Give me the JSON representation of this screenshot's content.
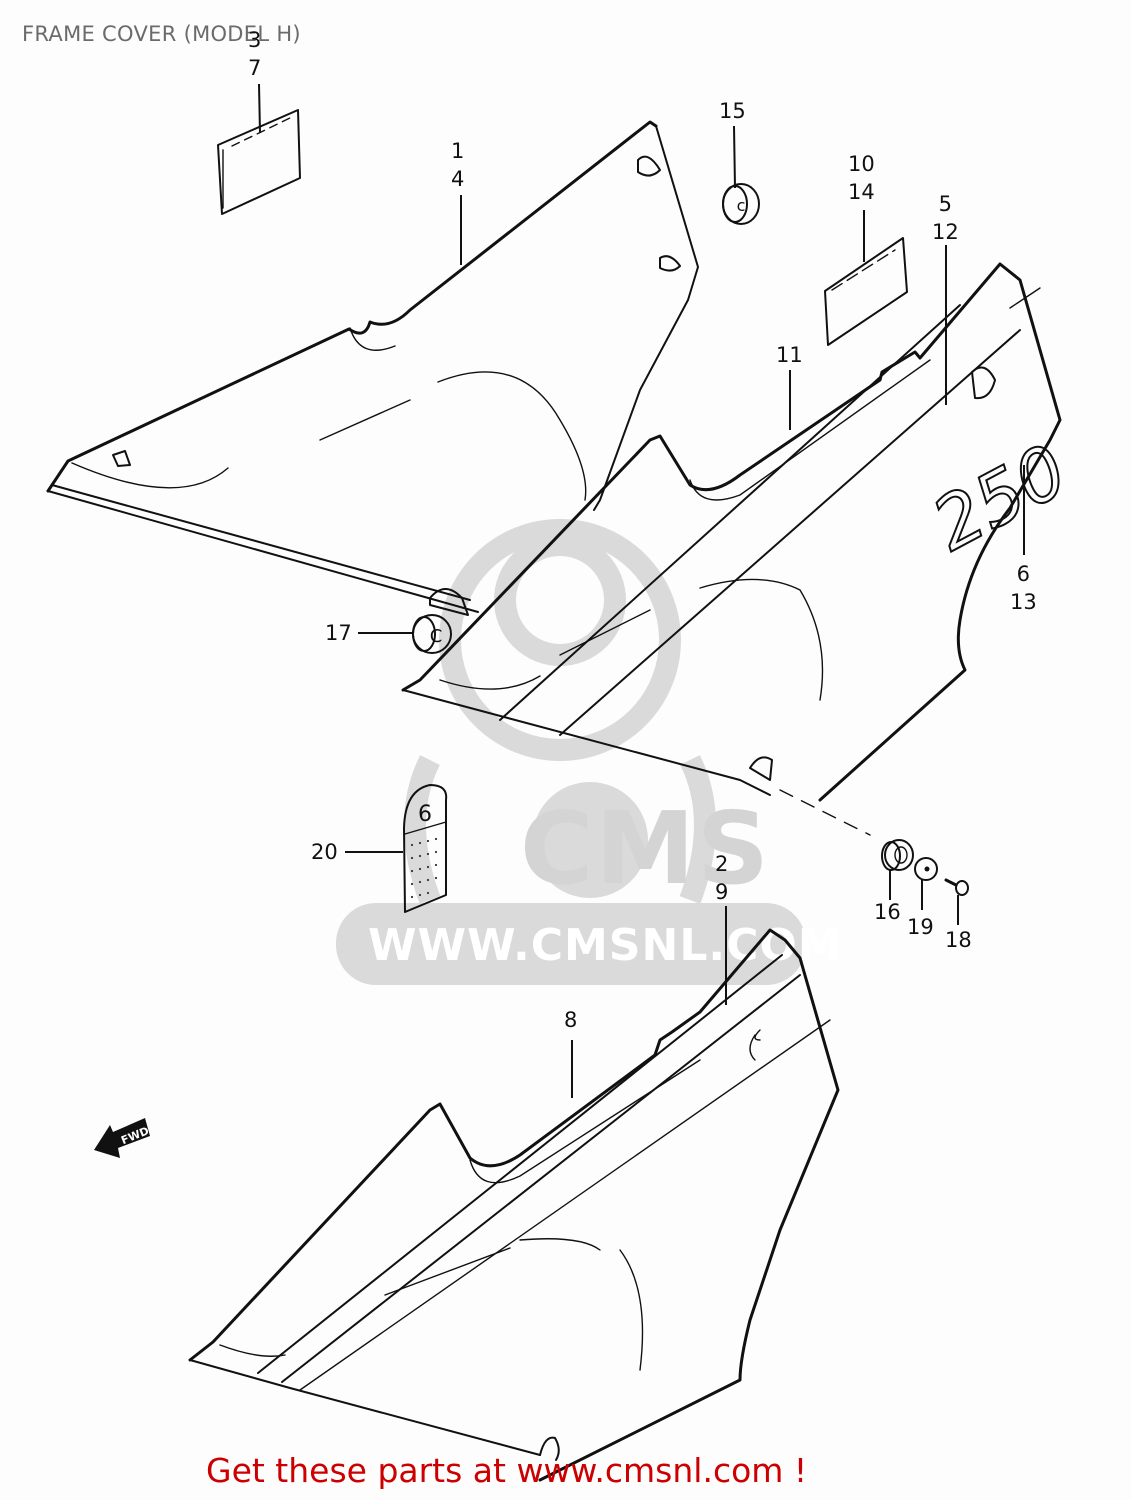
{
  "title": "FRAME COVER (MODEL H)",
  "footer": {
    "cta_text": "Get these parts at www.cmsnl.com !",
    "color": "#cc0000"
  },
  "watermark": {
    "logo_text": "CMS",
    "url_text": "WWW.CMSNL.COM",
    "color": "#d9d9d9"
  },
  "badge_text": "250",
  "direction_arrow": {
    "label": "FWD"
  },
  "callouts": [
    {
      "id": "c-3-7",
      "lines": [
        "3",
        "7"
      ],
      "part": "emblem plate (upper left)"
    },
    {
      "id": "c-1-4",
      "lines": [
        "1",
        "4"
      ],
      "part": "frame cover, left upper"
    },
    {
      "id": "c-15",
      "lines": [
        "15"
      ],
      "part": "grommet"
    },
    {
      "id": "c-10-14",
      "lines": [
        "10",
        "14"
      ],
      "part": "emblem plate (right)"
    },
    {
      "id": "c-5-12",
      "lines": [
        "5",
        "12"
      ],
      "part": "frame cover, right"
    },
    {
      "id": "c-11",
      "lines": [
        "11"
      ],
      "part": "tape"
    },
    {
      "id": "c-6-13",
      "lines": [
        "6",
        "13"
      ],
      "part": "250 emblem"
    },
    {
      "id": "c-17",
      "lines": [
        "17"
      ],
      "part": "grommet"
    },
    {
      "id": "c-20",
      "lines": [
        "20"
      ],
      "part": "label"
    },
    {
      "id": "c-16",
      "lines": [
        "16"
      ],
      "part": "cushion"
    },
    {
      "id": "c-19",
      "lines": [
        "19"
      ],
      "part": "washer"
    },
    {
      "id": "c-18",
      "lines": [
        "18"
      ],
      "part": "screw"
    },
    {
      "id": "c-2-9",
      "lines": [
        "2",
        "9"
      ],
      "part": "frame cover, lower"
    },
    {
      "id": "c-8",
      "lines": [
        "8"
      ],
      "part": "tape"
    }
  ]
}
